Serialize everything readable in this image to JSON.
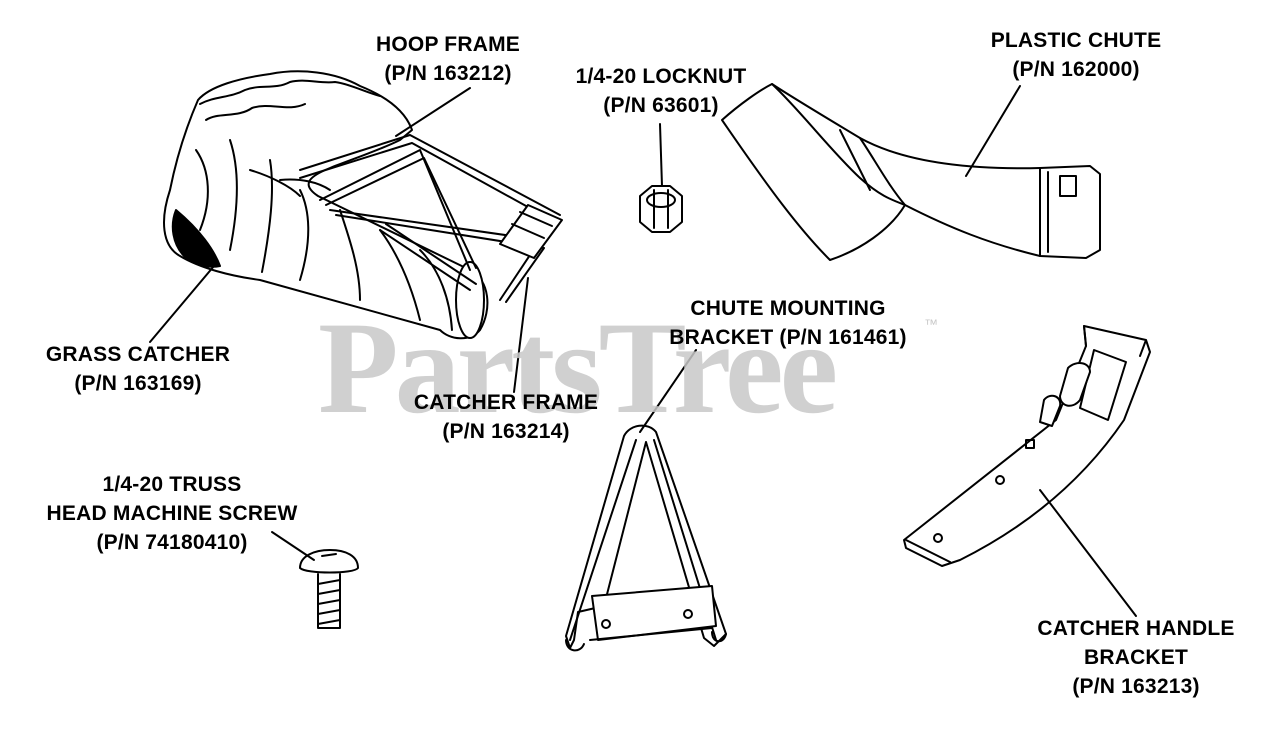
{
  "labels": {
    "hoop_frame": {
      "name": "HOOP FRAME",
      "part_number": "(P/N 163212)"
    },
    "locknut": {
      "name": "1/4-20 LOCKNUT",
      "part_number": "(P/N 63601)"
    },
    "plastic_chute": {
      "name": "PLASTIC CHUTE",
      "part_number": "(P/N 162000)"
    },
    "grass_catcher": {
      "name": "GRASS CATCHER",
      "part_number": "(P/N 163169)"
    },
    "catcher_frame": {
      "name": "CATCHER FRAME",
      "part_number": "(P/N 163214)"
    },
    "chute_mounting_bracket": {
      "line1": "CHUTE MOUNTING",
      "line2": "BRACKET (P/N 161461)"
    },
    "truss_screw": {
      "line1": "1/4-20 TRUSS",
      "line2": "HEAD MACHINE SCREW",
      "part_number": "(P/N 74180410)"
    },
    "catcher_handle_bracket": {
      "line1": "CATCHER HANDLE",
      "line2": "BRACKET",
      "part_number": "(P/N 163213)"
    }
  },
  "watermark": {
    "text": "PartsTree",
    "mark": "™",
    "color": "#c8c8c8"
  },
  "colors": {
    "ink": "#000000",
    "background": "#ffffff"
  }
}
